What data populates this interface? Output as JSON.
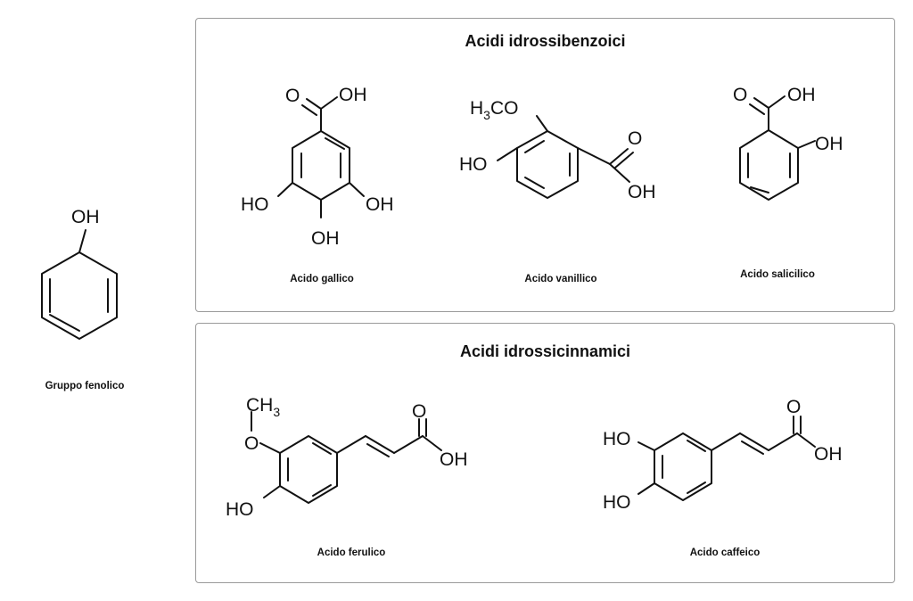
{
  "phenol": {
    "label_oh": "OH",
    "caption": "Gruppo fenolico"
  },
  "hydroxybenzoic": {
    "title": "Acidi idrossibenzoici",
    "gallic": {
      "caption": "Acido gallico",
      "o": "O",
      "oh_top": "OH",
      "ho_left": "HO",
      "oh_right": "OH",
      "oh_bottom": "OH"
    },
    "vanillic": {
      "caption": "Acido vanillico",
      "h3co_h": "H",
      "h3co_sub": "3",
      "h3co_co": "CO",
      "ho": "HO",
      "o": "O",
      "oh": "OH"
    },
    "salicylic": {
      "caption": "Acido salicilico",
      "o": "O",
      "oh_acid": "OH",
      "oh_ring": "OH"
    }
  },
  "hydroxycinnamic": {
    "title": "Acidi idrossicinnamici",
    "ferulic": {
      "caption": "Acido ferulico",
      "ch3_c": "CH",
      "ch3_sub": "3",
      "o_ether": "O",
      "o": "O",
      "oh": "OH",
      "ho": "HO"
    },
    "caffeic": {
      "caption": "Acido caffeico",
      "ho_top": "HO",
      "ho_bottom": "HO",
      "o": "O",
      "oh": "OH"
    }
  }
}
